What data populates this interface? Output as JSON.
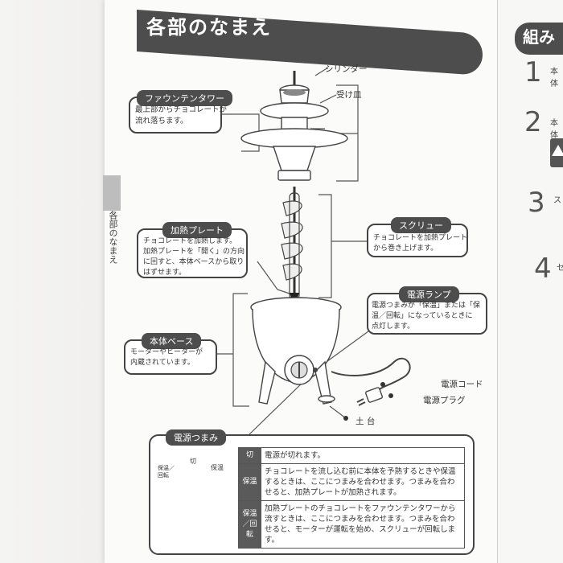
{
  "header": {
    "title": "各部のなまえ"
  },
  "side_tab": {
    "label": "各部のなまえ"
  },
  "parts": {
    "cylinder": "シリンダー",
    "receiver": "受け皿",
    "power_cord": "電源コード",
    "power_plug": "電源プラグ",
    "stand": "土 台"
  },
  "callouts": {
    "fountain_tower": {
      "label": "ファウンテンタワー",
      "text": [
        "最上部からチョコレートが",
        "流れ落ちます。"
      ]
    },
    "heating_plate": {
      "label": "加熱プレート",
      "text": [
        "チョコレートを加熱します。",
        "加熱プレートを「開く」の方向",
        "に回すと、本体ベースから取り",
        "はずせます。"
      ]
    },
    "screw": {
      "label": "スクリュー",
      "text": [
        "チョコレートを加熱プレート",
        "から巻き上げます。"
      ]
    },
    "power_lamp": {
      "label": "電源ランプ",
      "text": [
        "電源つまみが「保温」または「保",
        "温／回転」になっているときに",
        "点灯します。"
      ]
    },
    "body_base": {
      "label": "本体ベース",
      "text": [
        "モーターやヒーターが",
        "内蔵されています。"
      ]
    },
    "power_knob": {
      "label": "電源つまみ"
    }
  },
  "knob_marks": {
    "off": "切",
    "warm": "保温",
    "warm_rotate": "保温／回転"
  },
  "knob_table": [
    {
      "key": "切",
      "desc": [
        "電源が切れます。"
      ]
    },
    {
      "key": "保温",
      "desc": [
        "チョコレートを流し込む前に本体を予熱するときや保温",
        "するときは、ここにつまみを合わせます。つまみを合わ",
        "せると、加熱プレートが加熱されます。"
      ]
    },
    {
      "key": "保温／回転",
      "desc": [
        "加熱プレートのチョコレートをファウンテンタワーから",
        "流すときは、ここにつまみを合わせます。つまみを合わ",
        "せると、モーターが運転を始め、スクリューが回転します。"
      ]
    }
  ],
  "right_page": {
    "title": "組み",
    "steps": [
      {
        "num": "1",
        "text": "本体"
      },
      {
        "num": "2",
        "text": "本体"
      },
      {
        "num": "3",
        "text": "ス"
      },
      {
        "num": "4",
        "text": "セ"
      }
    ]
  }
}
